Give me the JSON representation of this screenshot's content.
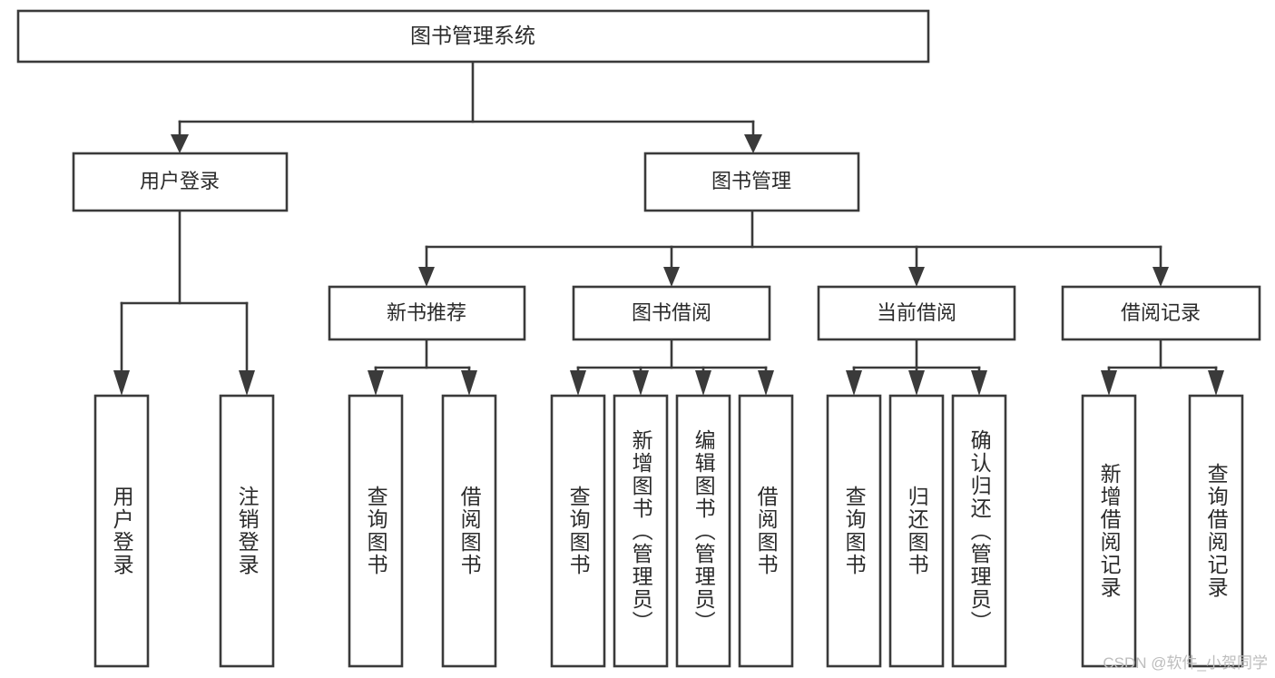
{
  "diagram": {
    "type": "tree-hierarchy-chart",
    "title": "图书管理系统",
    "watermark": "CSDN @软件_小贺同学",
    "colors": {
      "box_stroke": "#3a3a3a",
      "box_fill": "#ffffff",
      "connector": "#3a3a3a",
      "text": "#2b2b2b",
      "background": "#ffffff",
      "watermark": "#bdbdbd"
    },
    "root": {
      "label": "图书管理系统"
    },
    "level2": [
      {
        "label": "用户登录"
      },
      {
        "label": "图书管理"
      }
    ],
    "level3": [
      {
        "label": "新书推荐"
      },
      {
        "label": "图书借阅"
      },
      {
        "label": "当前借阅"
      },
      {
        "label": "借阅记录"
      }
    ],
    "leaves": {
      "user_login": [
        {
          "label": "用户登录"
        },
        {
          "label": "注销登录"
        }
      ],
      "new_book_recommend": [
        {
          "label": "查询图书"
        },
        {
          "label": "借阅图书"
        }
      ],
      "book_borrow": [
        {
          "label": "查询图书"
        },
        {
          "label": "新增图书（管理员）"
        },
        {
          "label": "编辑图书（管理员）"
        },
        {
          "label": "借阅图书"
        }
      ],
      "current_borrow": [
        {
          "label": "查询图书"
        },
        {
          "label": "归还图书"
        },
        {
          "label": "确认归还（管理员）"
        }
      ],
      "borrow_record": [
        {
          "label": "新增借阅记录"
        },
        {
          "label": "查询借阅记录"
        }
      ]
    }
  }
}
